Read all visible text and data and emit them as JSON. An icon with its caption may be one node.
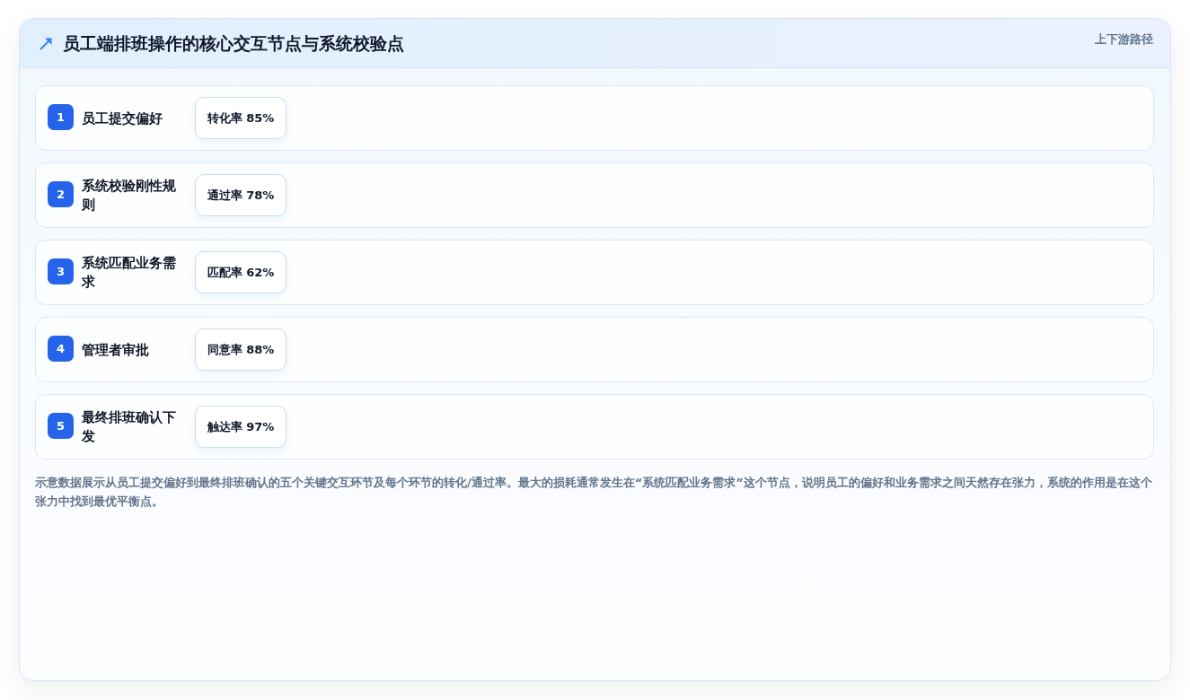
{
  "diagram": {
    "title": "员工端排班操作的核心交互节点与系统校验点",
    "nodes": [
      {
        "text": [
          "员工提交偏好"
        ]
      },
      {
        "text": [
          "1"
        ],
        "in": 0
      },
      {
        "text": [
          "转化率 85%"
        ],
        "in": 0
      },
      {
        "text": [
          "系统校验刚性规则"
        ]
      },
      {
        "text": [
          "2"
        ],
        "in": 3
      },
      {
        "text": [
          "通过率 78%"
        ],
        "in": 3
      },
      {
        "text": [
          "系统匹配业务需求"
        ]
      },
      {
        "text": [
          "3"
        ],
        "in": 6
      },
      {
        "text": [
          "匹配率 62%"
        ],
        "in": 6
      },
      {
        "text": [
          "管理者审批"
        ]
      },
      {
        "text": [
          "4"
        ],
        "in": 9
      },
      {
        "text": [
          "同意率 88%"
        ],
        "in": 9
      },
      {
        "text": [
          "最终排班确认下发"
        ]
      },
      {
        "text": [
          "5"
        ],
        "in": 12
      },
      {
        "text": [
          "触达率 97%"
        ],
        "in": 12
      }
    ],
    "labels": [
      "上下游路径"
    ],
    "caption": "示意数据展示从员工提交偏好到最终排班确认的五个关键交互环节及每个环节的转化/通过率。最大的损耗通常发生在“系统匹配业务需求”这个节点，说明员工的偏好和业务需求之间天然存在张力，系统的作用是在这个张力中找到最优平衡点。"
  }
}
